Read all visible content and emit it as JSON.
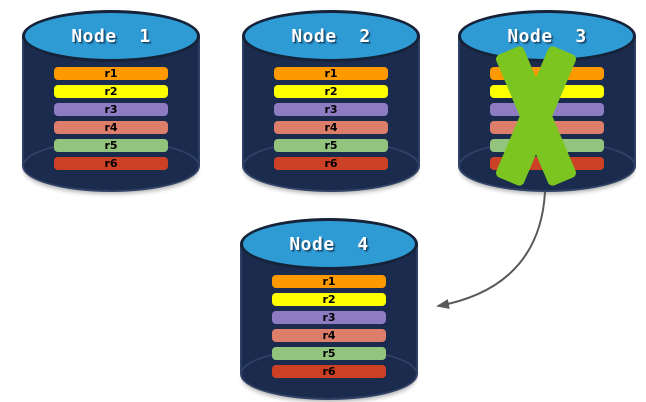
{
  "background": "#FFFFFF",
  "colors": {
    "page_background": "#FFFFFF",
    "cylinder_body": "#1B2B4D",
    "cylinder_top": "#2E9BD5",
    "cylinder_rim": "#152238",
    "cross": "#7CC41F",
    "arrow": "#595959"
  },
  "replicas": [
    {
      "label": "r1",
      "color": "#FF9900"
    },
    {
      "label": "r2",
      "color": "#FFFF00"
    },
    {
      "label": "r3",
      "color": "#8E7CC3"
    },
    {
      "label": "r4",
      "color": "#DD7E6B"
    },
    {
      "label": "r5",
      "color": "#93C47D"
    },
    {
      "label": "r6",
      "color": "#CC4125"
    }
  ],
  "nodes": [
    {
      "label": "Node  1",
      "failed": false
    },
    {
      "label": "Node  2",
      "failed": false
    },
    {
      "label": "Node  3",
      "failed": true
    },
    {
      "label": "Node  4",
      "failed": false
    }
  ],
  "arrow": {
    "from": "Node  3",
    "to": "Node  4"
  }
}
